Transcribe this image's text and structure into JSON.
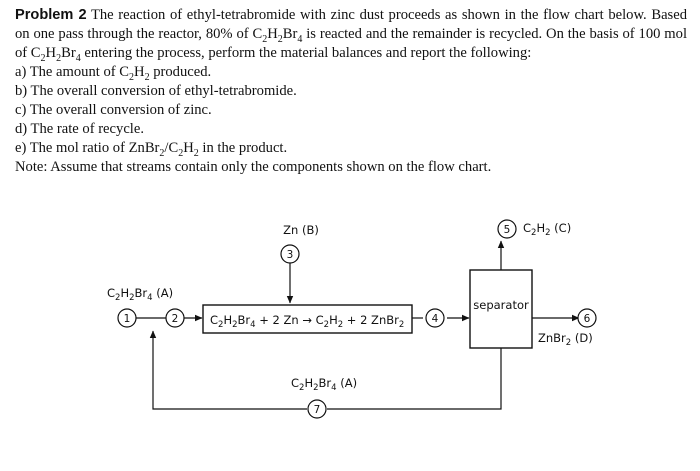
{
  "problem": {
    "heading": "Problem 2",
    "intro": [
      {
        "t": "The reaction of ethyl-tetrabromide with zinc dust proceeds as shown in the flow chart below. Based on one pass through the reactor, 80% of C"
      },
      {
        "s": "2"
      },
      {
        "t": "H"
      },
      {
        "s": "2"
      },
      {
        "t": "Br"
      },
      {
        "s": "4"
      },
      {
        "t": " is reacted and the remainder is recycled. On the basis of 100 mol of C"
      },
      {
        "s": "2"
      },
      {
        "t": "H"
      },
      {
        "s": "2"
      },
      {
        "t": "Br"
      },
      {
        "s": "4"
      },
      {
        "t": " entering the process, perform the material balances and report the following:"
      }
    ],
    "items": [
      [
        {
          "t": "a) The amount of C"
        },
        {
          "s": "2"
        },
        {
          "t": "H"
        },
        {
          "s": "2"
        },
        {
          "t": " produced."
        }
      ],
      [
        {
          "t": "b) The overall conversion of ethyl-tetrabromide."
        }
      ],
      [
        {
          "t": "c) The overall conversion of zinc."
        }
      ],
      [
        {
          "t": "d) The rate of recycle."
        }
      ],
      [
        {
          "t": "e) The mol ratio of ZnBr"
        },
        {
          "s": "2"
        },
        {
          "t": "/C"
        },
        {
          "s": "2"
        },
        {
          "t": "H"
        },
        {
          "s": "2"
        },
        {
          "t": " in the product."
        }
      ],
      [
        {
          "t": "Note: Assume that streams contain only the components shown on the flow chart."
        }
      ]
    ]
  },
  "flowchart": {
    "labels": {
      "zn_feed": "Zn (B)",
      "c2h2_top": "C2H2 (C)",
      "fresh_feed": "C2H2Br4 (A)",
      "reaction": "C2H2Br4 + 2 Zn  →  C2H2 + 2 ZnBr2",
      "separator": "separator",
      "znbr2_out": "ZnBr2 (D)",
      "recycle": "C2H2Br4 (A)"
    },
    "streams": [
      "1",
      "2",
      "3",
      "4",
      "5",
      "6",
      "7"
    ]
  }
}
